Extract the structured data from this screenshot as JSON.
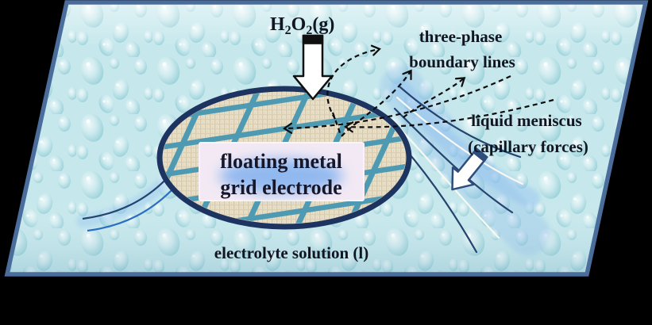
{
  "title": "floating metal grid electrode on electrolyte surface diagram",
  "canvas": {
    "background": "#000000"
  },
  "surface": {
    "border_color": "#4a6d9c",
    "base_color": "#c6e8ec",
    "label_electrolyte": "electrolyte solution (l)"
  },
  "gas_label": {
    "h": "H",
    "sub1": "2",
    "o": "O",
    "sub2": "2",
    "state": "(g)"
  },
  "annotations": {
    "three_phase": {
      "line1": "three-phase",
      "line2": "boundary lines"
    },
    "meniscus": {
      "line1": "liquid meniscus",
      "line2": "(capillary forces)"
    }
  },
  "electrode": {
    "label_line1": "floating metal",
    "label_line2": "grid electrode",
    "rim_color": "#1d3461",
    "mesh_line_color": "#4e9ab3",
    "mesh_fill_color": "#e8e0c9",
    "label_bg_color": "#f3e9f4",
    "label_glow_color": "#87b4ef"
  },
  "icons": {
    "gas_flow_arrow": "block-arrow-down",
    "capillary_arrow": "block-arrow-down-left",
    "pointer_arrows": "dashed-curved-arrow"
  },
  "colors": {
    "dashed_arrow": "#0d0d0d",
    "meniscus_navy": "#24436e",
    "meniscus_blue": "#2a6fc2",
    "meniscus_white": "#f8f8f2",
    "text": "#101522"
  }
}
